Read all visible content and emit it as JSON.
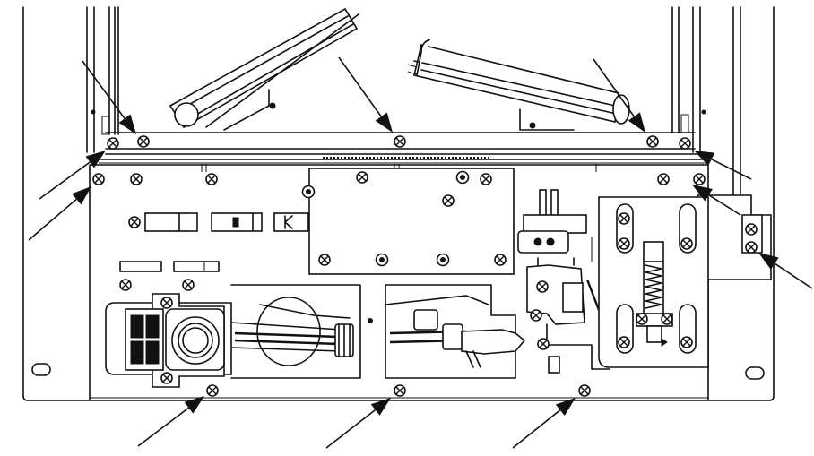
{
  "diagram": {
    "colors": {
      "line": "#111111",
      "background": "#ffffff"
    },
    "callout_arrows": [
      {
        "name": "arrow-top-left-screw"
      },
      {
        "name": "arrow-top-center-screw"
      },
      {
        "name": "arrow-top-right-screw"
      },
      {
        "name": "arrow-left-upper-screw"
      },
      {
        "name": "arrow-left-lower-screw"
      },
      {
        "name": "arrow-right-upper-screw"
      },
      {
        "name": "arrow-right-lower-screw"
      },
      {
        "name": "arrow-right-bracket-screw"
      },
      {
        "name": "arrow-bottom-left-screw"
      },
      {
        "name": "arrow-bottom-center-screw"
      },
      {
        "name": "arrow-bottom-right-screw"
      }
    ]
  }
}
